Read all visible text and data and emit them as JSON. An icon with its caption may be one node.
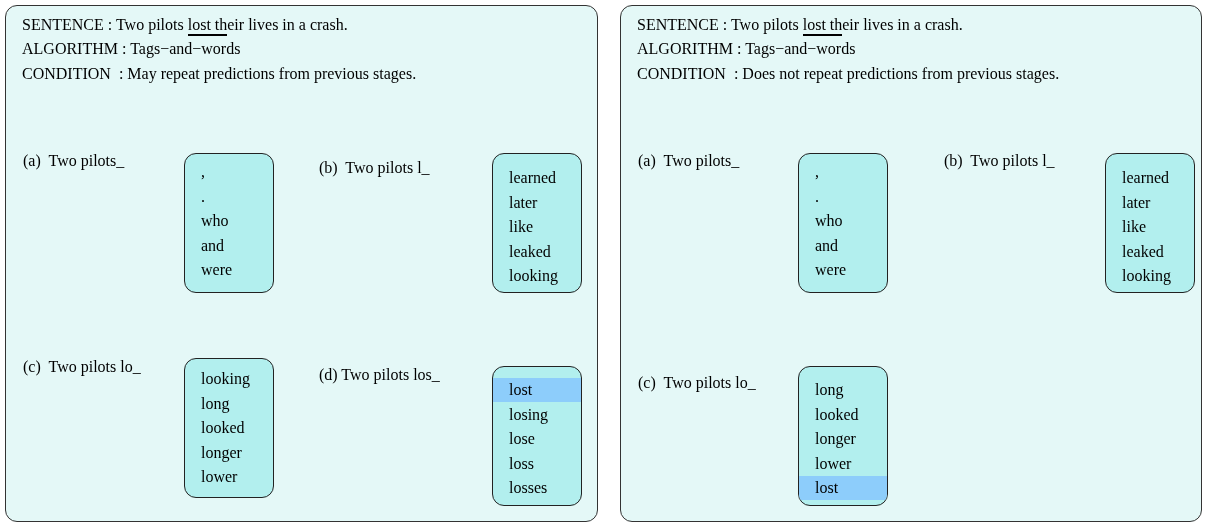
{
  "diagram": {
    "nodes": [
      {
        "text": [
          "SENTENCE : Two pilots lost their lives in a crash.",
          "ALGORITHM : Tags−and−words",
          "CONDITION  : May repeat predictions from previous stages."
        ]
      },
      {
        "text": [
          ",",
          ".",
          "who",
          "and",
          "were"
        ],
        "in": 0,
        "beside": [
          "(a)  Two pilots_"
        ]
      },
      {
        "text": [
          "learned",
          "later",
          "like",
          "leaked",
          "looking"
        ],
        "in": 0,
        "beside": [
          "(b)  Two pilots l_"
        ]
      },
      {
        "text": [
          "looking",
          "long",
          "looked",
          "longer",
          "lower"
        ],
        "in": 0,
        "beside": [
          "(c)  Two pilots lo_"
        ]
      },
      {
        "text": [
          "lost",
          "losing",
          "lose",
          "loss",
          "losses"
        ],
        "in": 0,
        "beside": [
          "(d) Two pilots los_"
        ]
      },
      {
        "text": [
          "SENTENCE : Two pilots lost their lives in a crash.",
          "ALGORITHM : Tags−and−words",
          "CONDITION  : Does not repeat predictions from previous stages."
        ]
      },
      {
        "text": [
          ",",
          ".",
          "who",
          "and",
          "were"
        ],
        "in": 5,
        "beside": [
          "(a)  Two pilots_"
        ]
      },
      {
        "text": [
          "learned",
          "later",
          "like",
          "leaked",
          "looking"
        ],
        "in": 5,
        "beside": [
          "(b)  Two pilots l_"
        ]
      },
      {
        "text": [
          "long",
          "looked",
          "longer",
          "lower",
          "lost"
        ],
        "in": 5,
        "beside": [
          "(c)  Two pilots lo_"
        ]
      }
    ],
    "edges": []
  }
}
